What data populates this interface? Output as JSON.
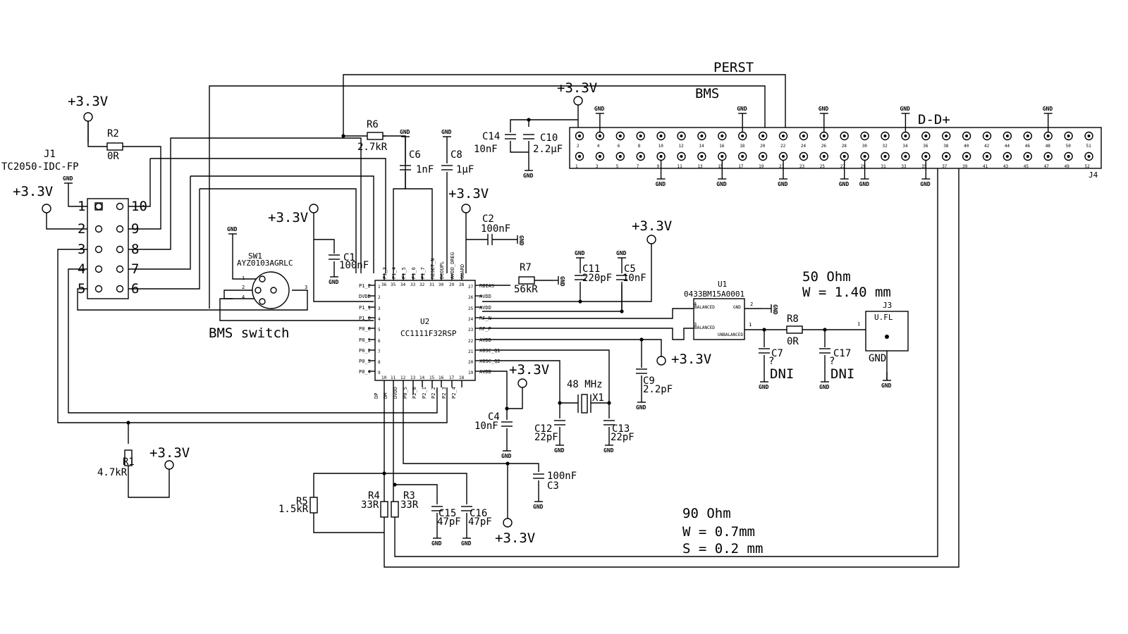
{
  "nets": {
    "perst": "PERST",
    "bms": "BMS",
    "dd": "D-D+",
    "vcc": "+3.3V",
    "gnd": "GND"
  },
  "notes": {
    "ohm50_a": "50 Ohm",
    "ohm50_b": "W = 1.40 mm",
    "ohm90_a": "90 Ohm",
    "ohm90_b": "W = 0.7mm",
    "ohm90_c": "S = 0.2 mm",
    "bms_switch": "BMS switch"
  },
  "j1": {
    "ref": "J1",
    "value": "TC2050-IDC-FP",
    "pins_left": [
      "1",
      "2",
      "3",
      "4",
      "5"
    ],
    "pins_right": [
      "10",
      "9",
      "8",
      "7",
      "6"
    ]
  },
  "sw1": {
    "ref": "SW1",
    "value": "AYZ0103AGRLC",
    "pins": [
      "1",
      "2",
      "3",
      "4"
    ]
  },
  "u2": {
    "ref": "U2",
    "value": "CC1111F32RSP",
    "left_pins": [
      "P1_2",
      "DVDD",
      "P1_1",
      "P1_0",
      "P0_0",
      "P0_1",
      "P0_2",
      "P0_3",
      "P0_4"
    ],
    "left_nums": [
      "1",
      "2",
      "3",
      "4",
      "5",
      "6",
      "7",
      "8",
      "9"
    ],
    "top_pins": [
      "P1_3",
      "P1_4",
      "P1_5",
      "P1_6",
      "P1_7",
      "RESET_N",
      "DCOUPL",
      "AVDD_DREG",
      "GUARD"
    ],
    "top_nums": [
      "36",
      "35",
      "34",
      "33",
      "32",
      "31",
      "30",
      "29",
      "28"
    ],
    "right_pins": [
      "RBIAS",
      "AVDD",
      "AVDD",
      "RF_N",
      "RF_P",
      "AVDD",
      "XOSC_Q1",
      "XOSC_Q2",
      "AVDD"
    ],
    "right_nums": [
      "27",
      "26",
      "25",
      "24",
      "23",
      "22",
      "21",
      "20",
      "19"
    ],
    "bottom_pins": [
      "DP",
      "DM",
      "DVDD",
      "P0_5",
      "P2_0",
      "P2_1",
      "P2_2",
      "P2_3",
      "P2_4"
    ],
    "bottom_nums": [
      "10",
      "11",
      "12",
      "13",
      "14",
      "15",
      "16",
      "17",
      "18"
    ]
  },
  "u1": {
    "ref": "U1",
    "value": "0433BM15A0001",
    "bal1": "BALANCED",
    "bal2": "BALANCED",
    "unbal": "UNBALANCED",
    "gnd": "GND"
  },
  "j3": {
    "ref": "J3",
    "value": "U.FL"
  },
  "j4": {
    "ref": "J4",
    "top": [
      "2",
      "4",
      "6",
      "8",
      "10",
      "12",
      "14",
      "16",
      "18",
      "20",
      "22",
      "24",
      "26",
      "28",
      "30",
      "32",
      "34",
      "36",
      "38",
      "40",
      "42",
      "44",
      "46",
      "48",
      "50",
      "51"
    ],
    "bottom": [
      "1",
      "3",
      "5",
      "7",
      "9",
      "11",
      "13",
      "15",
      "17",
      "19",
      "21",
      "23",
      "25",
      "27",
      "29",
      "31",
      "33",
      "35",
      "37",
      "39",
      "41",
      "43",
      "45",
      "47",
      "49",
      "52"
    ]
  },
  "parts": {
    "r1": [
      "R1",
      "4.7kR"
    ],
    "r2": [
      "R2",
      "0R"
    ],
    "r3": [
      "R3",
      "33R"
    ],
    "r4": [
      "R4",
      "33R"
    ],
    "r5": [
      "R5",
      "1.5kR"
    ],
    "r6": [
      "R6",
      "2.7kR"
    ],
    "r7": [
      "R7",
      "56kR"
    ],
    "r8": [
      "R8",
      "0R"
    ],
    "c1": [
      "C1",
      "100nF"
    ],
    "c2": [
      "C2",
      "100nF"
    ],
    "c3": [
      "C3",
      "100nF"
    ],
    "c4": [
      "C4",
      "10nF"
    ],
    "c5": [
      "C5",
      "10nF"
    ],
    "c6": [
      "C6",
      "1nF"
    ],
    "c7": [
      "C7",
      "?",
      "DNI"
    ],
    "c8": [
      "C8",
      "1µF"
    ],
    "c9": [
      "C9",
      "2.2pF"
    ],
    "c10": [
      "C10",
      "2.2µF"
    ],
    "c11": [
      "C11",
      "220pF"
    ],
    "c12": [
      "C12",
      "22pF"
    ],
    "c13": [
      "C13",
      "22pF"
    ],
    "c14": [
      "C14",
      "10nF"
    ],
    "c15": [
      "C15",
      "47pF"
    ],
    "c16": [
      "C16",
      "47pF"
    ],
    "c17": [
      "C17",
      "?",
      "DNI"
    ],
    "x1": [
      "X1",
      "48 MHz"
    ]
  }
}
